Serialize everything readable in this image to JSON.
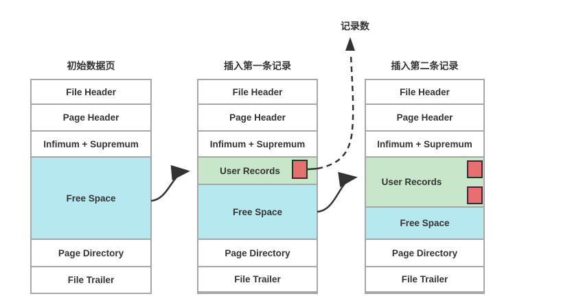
{
  "annotation": {
    "record_count_label": "记录数"
  },
  "pages": [
    {
      "title": "初始数据页",
      "rows": [
        "File Header",
        "Page Header",
        "Infimum + Supremum",
        "Free Space",
        "Page Directory",
        "File Trailer"
      ],
      "record_squares": 0
    },
    {
      "title": "插入第一条记录",
      "rows": [
        "File Header",
        "Page Header",
        "Infimum + Supremum",
        "User Records",
        "Free Space",
        "Page Directory",
        "File Trailer"
      ],
      "record_squares": 1
    },
    {
      "title": "插入第二条记录",
      "rows": [
        "File Header",
        "Page Header",
        "Infimum + Supremum",
        "User Records",
        "Free Space",
        "Page Directory",
        "File Trailer"
      ],
      "record_squares": 2
    }
  ],
  "colors": {
    "free_space": "#b6e8f0",
    "user_records": "#c8e6c9",
    "record_marker": "#e57070",
    "record_marker_border": "#2f2f2f",
    "box_border": "#a6a6a6",
    "arrow": "#333333",
    "text": "#333333"
  }
}
